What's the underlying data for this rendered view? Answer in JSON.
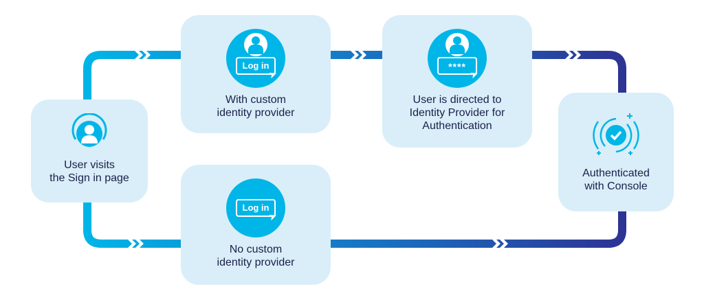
{
  "nodes": {
    "start": {
      "lines": [
        "User visits",
        "the Sign in page"
      ],
      "icon": "user-icon"
    },
    "custom_idp": {
      "lines": [
        "With custom",
        "identity provider"
      ],
      "icon": "user-login-icon",
      "button_text": "Log in"
    },
    "redirect": {
      "lines": [
        "User is directed to",
        "Identity Provider for",
        "Authentication"
      ],
      "icon": "user-password-icon",
      "button_text": "****"
    },
    "no_custom_idp": {
      "lines": [
        "No custom",
        "identity provider"
      ],
      "icon": "login-button-icon",
      "button_text": "Log in"
    },
    "done": {
      "lines": [
        "Authenticated",
        "with Console"
      ],
      "icon": "checkmark-icon"
    }
  },
  "colors": {
    "box": "#d9eef8",
    "cyan": "#00b5e8",
    "navy": "#2e3192",
    "text": "#1a1f4a"
  }
}
